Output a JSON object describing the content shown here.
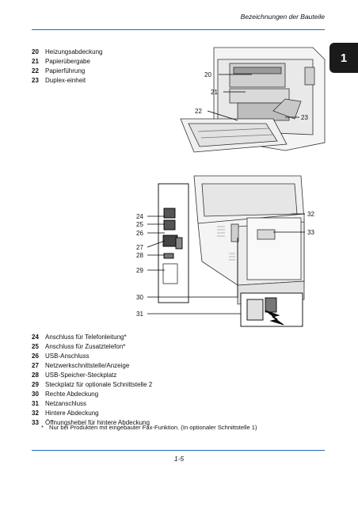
{
  "header": {
    "title": "Bezeichnungen der Bauteile",
    "chapter_tab": "1"
  },
  "legend_top": [
    {
      "num": "20",
      "label": "Heizungsabdeckung"
    },
    {
      "num": "21",
      "label": "Papierübergabe"
    },
    {
      "num": "22",
      "label": "Papierführung"
    },
    {
      "num": "23",
      "label": "Duplex-einheit"
    }
  ],
  "callouts_top": [
    "20",
    "21",
    "22",
    "23"
  ],
  "callouts_bottom_left": [
    "24",
    "25",
    "26",
    "27",
    "28",
    "29",
    "30",
    "31"
  ],
  "callouts_bottom_right": [
    "32",
    "33"
  ],
  "legend_bottom": [
    {
      "num": "24",
      "label": "Anschluss für Telefonleitung*"
    },
    {
      "num": "25",
      "label": "Anschluss für Zusatztelefon*"
    },
    {
      "num": "26",
      "label": "USB-Anschluss"
    },
    {
      "num": "27",
      "label": "Netzwerkschnittstelle/Anzeige"
    },
    {
      "num": "28",
      "label": "USB-Speicher-Steckplatz"
    },
    {
      "num": "29",
      "label": "Steckplatz für optionale Schnittstelle 2"
    },
    {
      "num": "30",
      "label": "Rechte Abdeckung"
    },
    {
      "num": "31",
      "label": "Netzanschluss"
    },
    {
      "num": "32",
      "label": "Hintere Abdeckung"
    },
    {
      "num": "33",
      "label": "Öffnungshebel für hintere Abdeckung"
    }
  ],
  "footnote": {
    "marker": "*",
    "text": "Nur bei Produkten mit eingebauter Fax-Funktion. (In optionaler Schnittstelle 1)"
  },
  "footer": {
    "page_number": "1-5"
  }
}
